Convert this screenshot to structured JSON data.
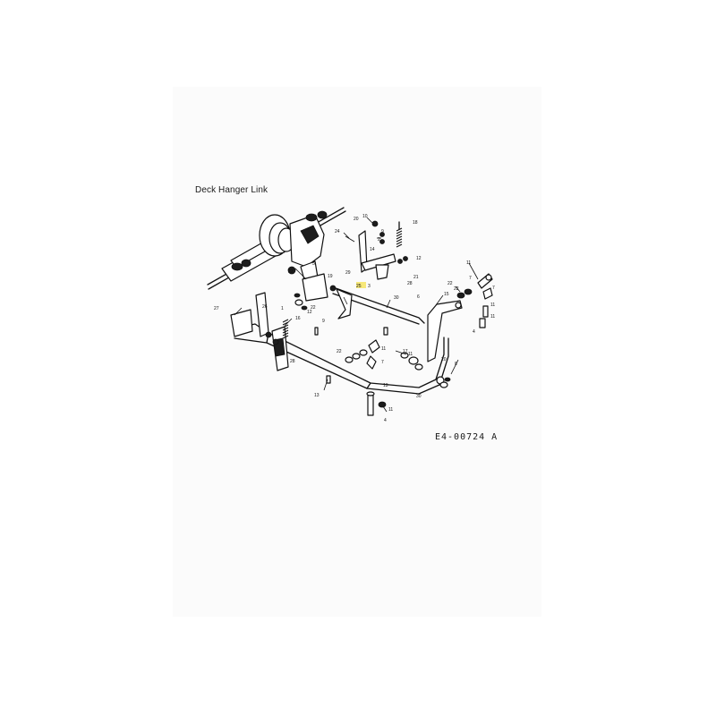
{
  "title": "Deck Hanger Link",
  "diagram_code": "E4-00724 A",
  "part_callouts": [
    {
      "id": "c20a",
      "label": "20"
    },
    {
      "id": "c10",
      "label": "10"
    },
    {
      "id": "c18",
      "label": "18"
    },
    {
      "id": "c24",
      "label": "24"
    },
    {
      "id": "c9a",
      "label": "9"
    },
    {
      "id": "c2",
      "label": "2"
    },
    {
      "id": "c14",
      "label": "14"
    },
    {
      "id": "c12a",
      "label": "12"
    },
    {
      "id": "c21",
      "label": "21"
    },
    {
      "id": "c29",
      "label": "29"
    },
    {
      "id": "c28a",
      "label": "28"
    },
    {
      "id": "c3",
      "label": "3"
    },
    {
      "id": "c11a",
      "label": "11"
    },
    {
      "id": "c7a",
      "label": "7"
    },
    {
      "id": "c22a",
      "label": "22"
    },
    {
      "id": "c5",
      "label": "5"
    },
    {
      "id": "c27a",
      "label": "27"
    },
    {
      "id": "c19",
      "label": "19"
    },
    {
      "id": "c25",
      "label": "25"
    },
    {
      "id": "c30a",
      "label": "30"
    },
    {
      "id": "c6",
      "label": "6"
    },
    {
      "id": "c15",
      "label": "15"
    },
    {
      "id": "c9b",
      "label": "9"
    },
    {
      "id": "c22b",
      "label": "22"
    },
    {
      "id": "c12b",
      "label": "12"
    },
    {
      "id": "c26",
      "label": "26"
    },
    {
      "id": "c1",
      "label": "1"
    },
    {
      "id": "c16",
      "label": "16"
    },
    {
      "id": "c27b",
      "label": "27"
    },
    {
      "id": "c28b",
      "label": "28"
    },
    {
      "id": "c13a",
      "label": "13"
    },
    {
      "id": "c22c",
      "label": "22"
    },
    {
      "id": "c11b",
      "label": "11"
    },
    {
      "id": "c7b",
      "label": "7"
    },
    {
      "id": "c17",
      "label": "17"
    },
    {
      "id": "c11c",
      "label": "11"
    },
    {
      "id": "c8",
      "label": "8"
    },
    {
      "id": "c20b",
      "label": "20"
    },
    {
      "id": "c30b",
      "label": "30"
    },
    {
      "id": "c13b",
      "label": "13"
    },
    {
      "id": "c11d",
      "label": "11"
    },
    {
      "id": "c4a",
      "label": "4"
    },
    {
      "id": "c4b",
      "label": "4"
    },
    {
      "id": "c11e",
      "label": "11"
    },
    {
      "id": "c7c",
      "label": "7"
    },
    {
      "id": "c22d",
      "label": "22"
    },
    {
      "id": "c11f",
      "label": "11"
    }
  ],
  "colors": {
    "line": "#111111",
    "highlight": "#f7e87a",
    "background": "#ffffff",
    "sheet": "#fbfbfb"
  }
}
